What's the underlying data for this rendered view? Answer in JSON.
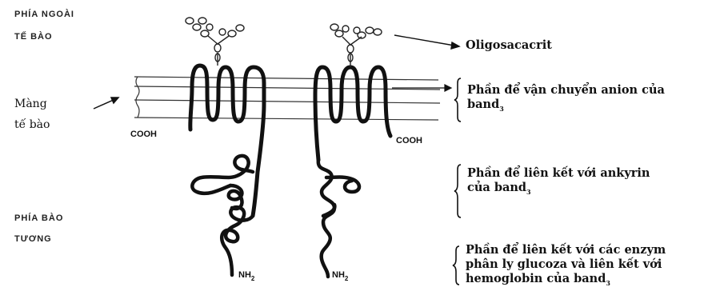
{
  "labels": {
    "outside_line1": "PHÍA NGOÀI",
    "outside_line2": "TẾ BÀO",
    "membrane_line1": "Màng",
    "membrane_line2": "tế bào",
    "cytoplasm_line1": "PHÍA BÀO",
    "cytoplasm_line2": "TƯƠNG",
    "cooh_left": "COOH",
    "cooh_right": "COOH",
    "nh2_left_base": "NH",
    "nh2_left_sub": "2",
    "nh2_right_base": "NH",
    "nh2_right_sub": "2",
    "oligosaccharide": "Oligosacacrit",
    "anion_domain_line1": "Phần để vận chuyển anion của",
    "anion_domain_line2": "band",
    "anion_domain_sub": "3",
    "ankyrin_domain_line1": "Phần để liên kết với ankyrin",
    "ankyrin_domain_line2": "của band",
    "ankyrin_domain_sub": "3",
    "enzyme_domain_line1": "Phần để liên kết với các enzym",
    "enzyme_domain_line2": "phân ly glucoza và liên kết với",
    "enzyme_domain_line3": "hemoglobin của band",
    "enzyme_domain_sub": "3"
  }
}
